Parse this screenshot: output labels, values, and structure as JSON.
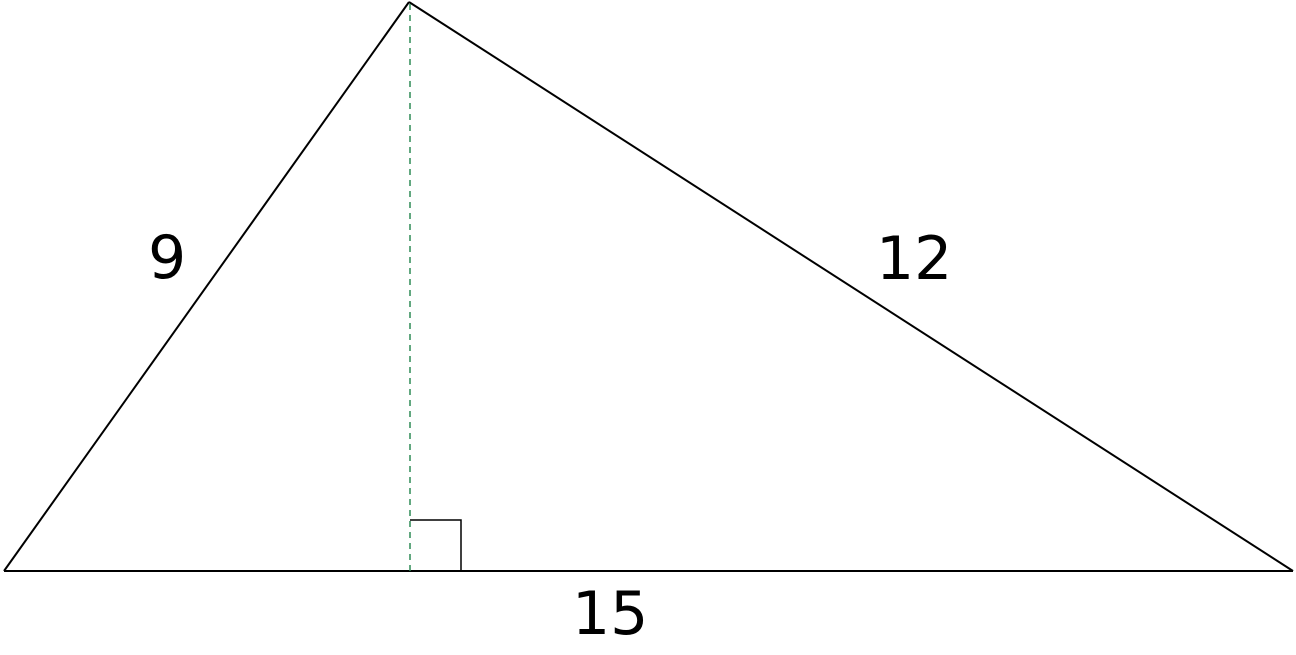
{
  "diagram": {
    "labels": {
      "left_side": "9",
      "right_side": "12",
      "base": "15"
    },
    "colors": {
      "triangle_stroke": "#000000",
      "altitude_stroke": "#2e8b57",
      "background": "#ffffff"
    }
  }
}
